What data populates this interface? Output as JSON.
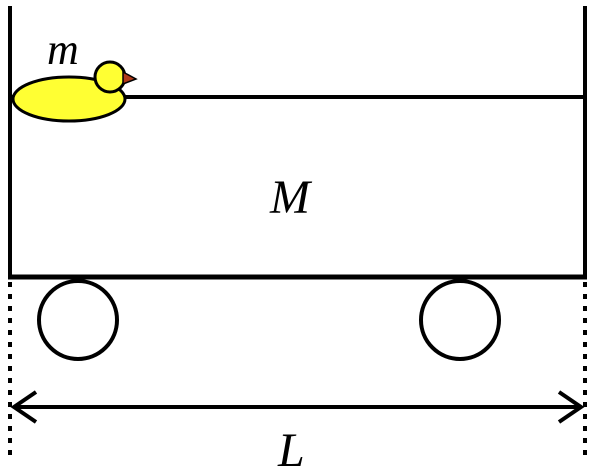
{
  "labels": {
    "duck_mass": "m",
    "cart_mass": "M",
    "length": "L"
  },
  "colors": {
    "outline": "#000000",
    "duck_fill": "#ffff33",
    "duck_beak": "#b03a1a",
    "background": "#ffffff"
  }
}
